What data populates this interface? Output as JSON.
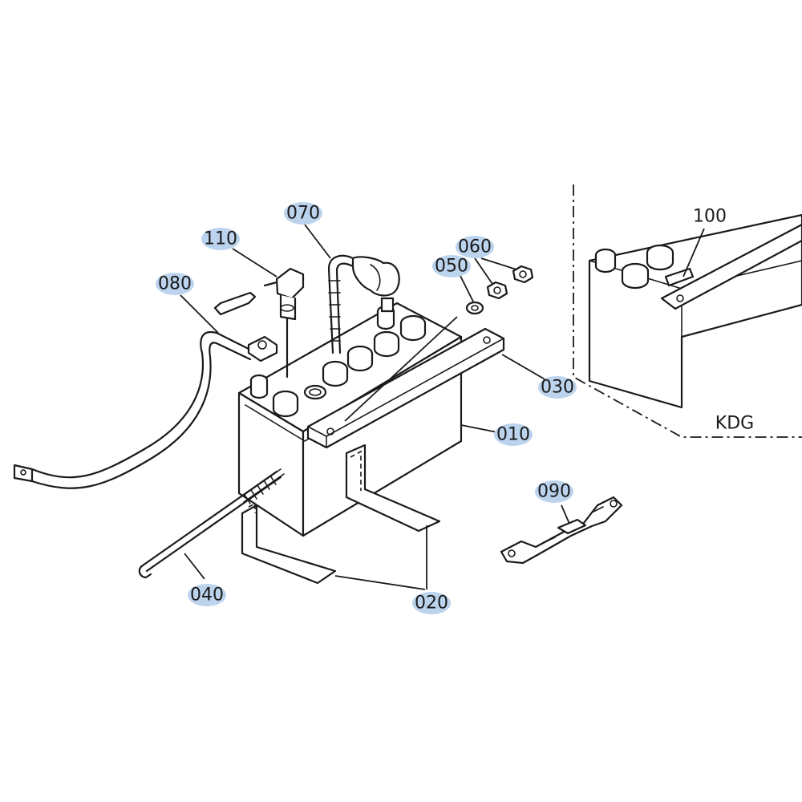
{
  "callouts": {
    "p010": "010",
    "p020": "020",
    "p030": "030",
    "p040": "040",
    "p050": "050",
    "p060": "060",
    "p070": "070",
    "p080": "080",
    "p090": "090",
    "p100": "100",
    "p110": "110"
  },
  "inset": {
    "model_label": "KDG"
  },
  "colors": {
    "highlight": "#bcd3ee",
    "line": "#1a1a1a"
  }
}
